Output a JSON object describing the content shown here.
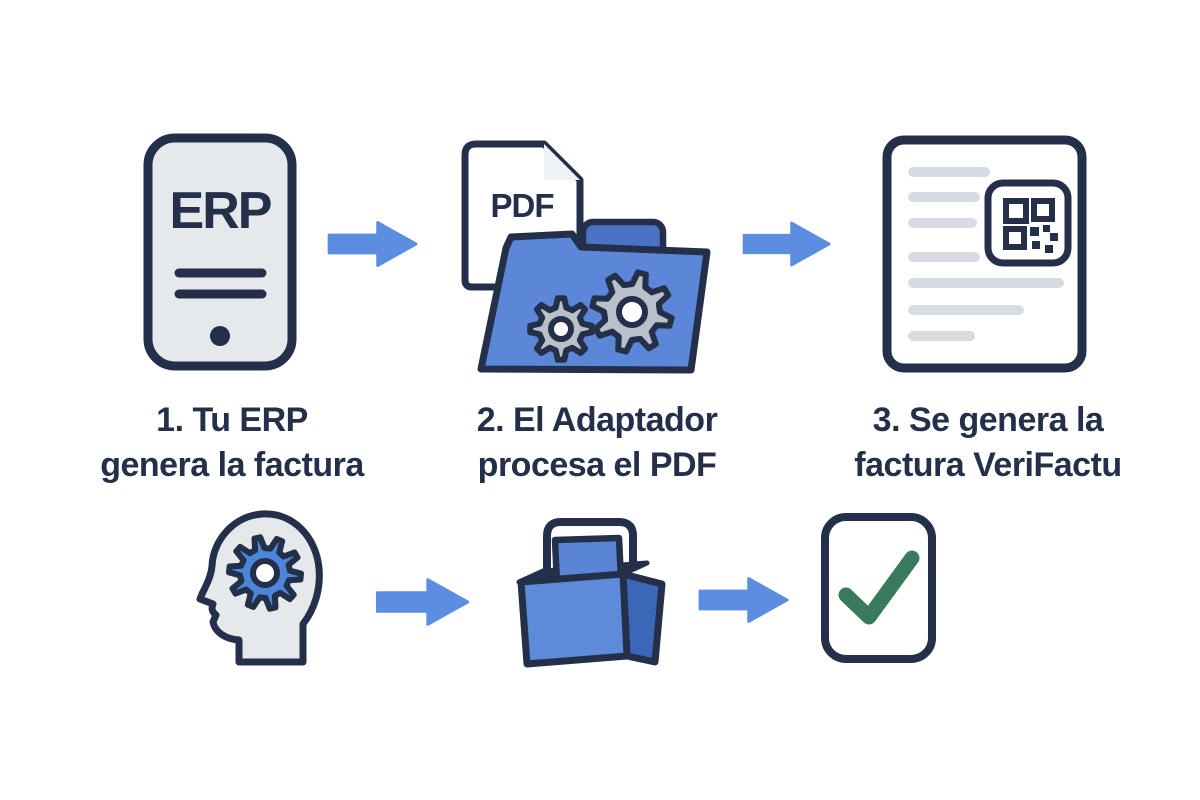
{
  "diagram_title": "VeriFactu invoice process flow",
  "colors": {
    "background": "#ffffff",
    "outline_navy": "#24304a",
    "text_navy": "#24304a",
    "arrow_blue": "#5b8de0",
    "panel_gray": "#e6e9ec",
    "folder_blue": "#5c87d9",
    "folder_tab_blue": "#4b73c5",
    "gear_gray": "#b9c0c9",
    "gear_blue": "#4d86d8",
    "box_front_blue": "#5d8bd9",
    "box_side_blue": "#3c66b8",
    "card_blue": "#5a84d6",
    "check_green": "#3a7a5c",
    "doc_line_gray": "#d7dce3",
    "fold_gray": "#eef1f5"
  },
  "flow": {
    "steps": [
      {
        "icon": "erp-device-icon",
        "device_text": "ERP",
        "label_line1": "1. Tu ERP",
        "label_line2": "genera la factura"
      },
      {
        "icon": "pdf-folder-gears-icon",
        "document_text": "PDF",
        "label_line1": "2. El Adaptador",
        "label_line2": "procesa el PDF"
      },
      {
        "icon": "verifactu-invoice-qr-icon",
        "label_line1": "3. Se genera la",
        "label_line2": "factura VeriFactu"
      }
    ],
    "connectors": [
      "arrow-right",
      "arrow-right",
      "arrow-right",
      "arrow-right"
    ]
  },
  "bottom_row": {
    "icons": [
      "head-with-gear-icon",
      "processing-box-icon",
      "approved-document-icon"
    ]
  }
}
